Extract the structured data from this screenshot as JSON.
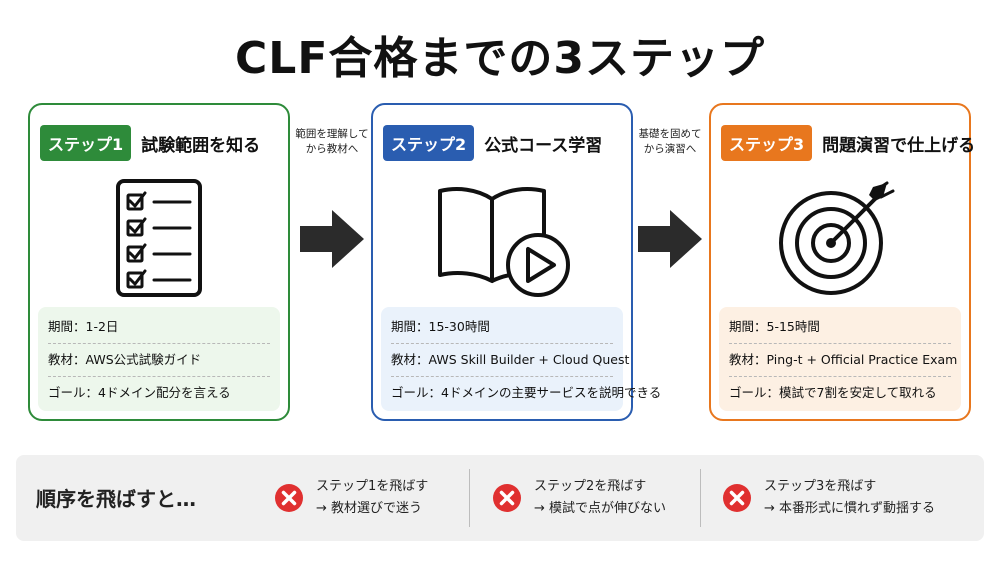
{
  "title": "CLF合格までの3ステップ",
  "steps": [
    {
      "badge": "ステップ1",
      "title": "試験範囲を知る",
      "icon": "checklist-icon",
      "period": "期間：1-2日",
      "material": "教材：AWS公式試験ガイド",
      "goal": "ゴール：4ドメイン配分を言える"
    },
    {
      "badge": "ステップ2",
      "title": "公式コース学習",
      "icon": "book-video-icon",
      "period": "期間：15-30時間",
      "material": "教材：AWS Skill Builder + Cloud Quest",
      "goal": "ゴール：4ドメインの主要サービスを説明できる"
    },
    {
      "badge": "ステップ3",
      "title": "問題演習で仕上げる",
      "icon": "target-icon",
      "period": "期間：5-15時間",
      "material": "教材：Ping-t + Official Practice Exam",
      "goal": "ゴール：模試で7割を安定して取れる"
    }
  ],
  "arrows": [
    {
      "line1": "範囲を理解して",
      "line2": "から教材へ"
    },
    {
      "line1": "基礎を固めて",
      "line2": "から演習へ"
    }
  ],
  "bottom": {
    "title": "順序を飛ばすと…",
    "items": [
      {
        "heading": "ステップ1を飛ばす",
        "result": "→ 教材選びで迷う"
      },
      {
        "heading": "ステップ2を飛ばす",
        "result": "→ 模試で点が伸びない"
      },
      {
        "heading": "ステップ3を飛ばす",
        "result": "→ 本番形式に慣れず動揺する"
      }
    ]
  },
  "colors": {
    "green": "#2e8b3a",
    "blue": "#2a5db0",
    "orange": "#e8771e",
    "warning_red": "#e03030"
  }
}
